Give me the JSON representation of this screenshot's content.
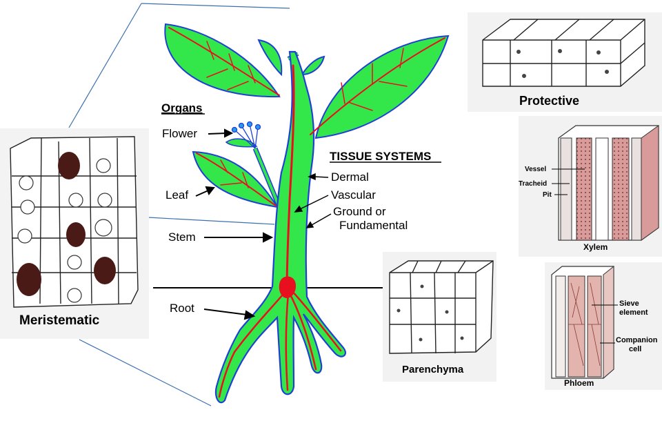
{
  "organs": {
    "heading": "Organs",
    "flower": "Flower",
    "leaf": "Leaf",
    "stem": "Stem",
    "root": "Root"
  },
  "tissue_systems": {
    "heading": "TISSUE SYSTEMS",
    "dermal": "Dermal",
    "vascular": "Vascular",
    "ground_line1": "Ground or",
    "ground_line2": "Fundamental"
  },
  "cell_types": {
    "meristematic": "Meristematic",
    "protective": "Protective",
    "parenchyma": "Parenchyma",
    "xylem": {
      "title": "Xylem",
      "vessel": "Vessel",
      "tracheid": "Tracheid",
      "pit": "Pit"
    },
    "phloem": {
      "title": "Phloem",
      "sieve_line1": "Sieve",
      "sieve_line2": "element",
      "companion_line1": "Companion",
      "companion_line2": "cell"
    }
  },
  "colors": {
    "plant_fill": "#33e64a",
    "plant_outline": "#1f3fd6",
    "vascular": "#e8101e",
    "flower": "#2a9be8",
    "connector": "#3b6fb0",
    "xylem_tissue": "#d99a9a",
    "phloem_tissue": "#e3b4ae"
  }
}
